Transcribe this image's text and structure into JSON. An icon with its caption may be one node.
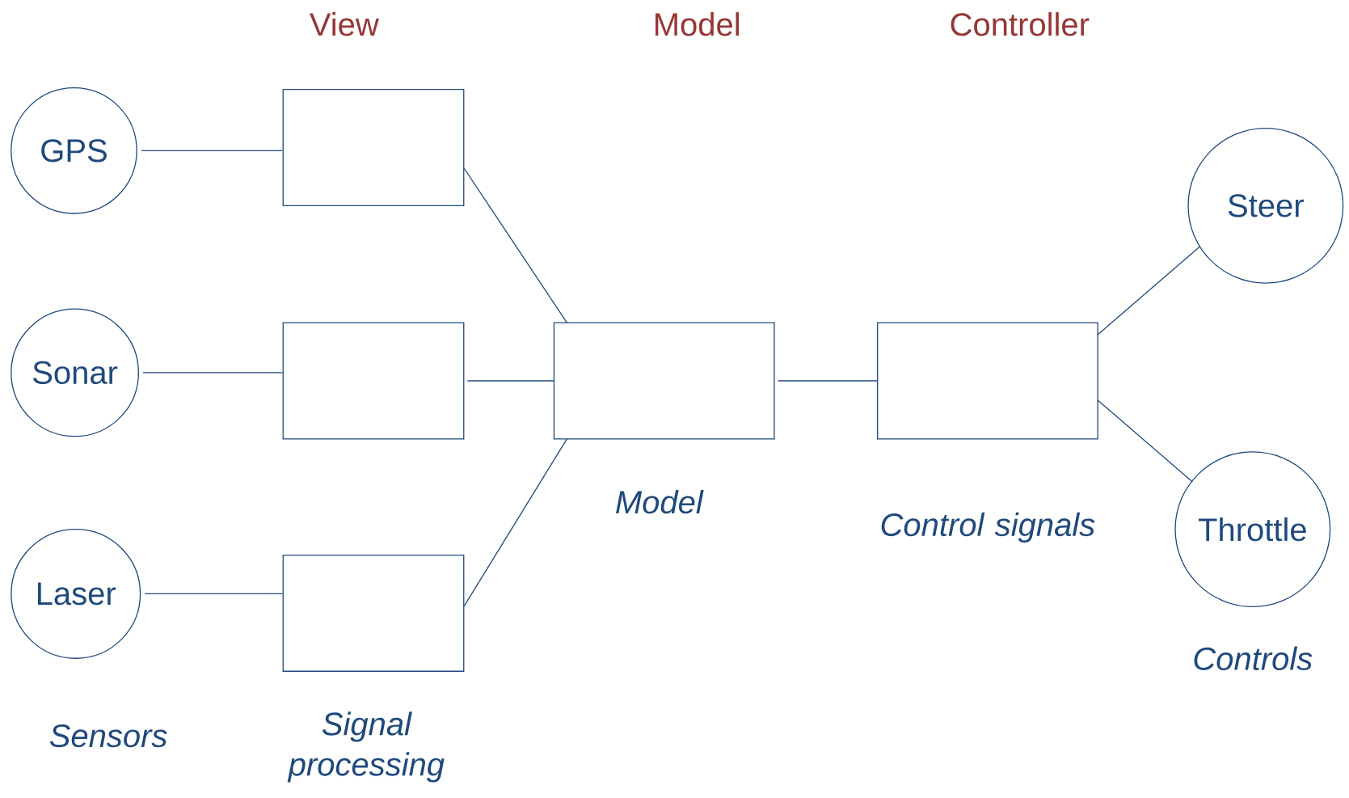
{
  "diagram": {
    "nodes": [
      {
        "text": [
          "GPS"
        ]
      },
      {
        "text": [
          "Sonar"
        ]
      },
      {
        "text": [
          "Laser"
        ]
      },
      {
        "text": [],
        "shape": "box"
      },
      {
        "text": [],
        "shape": "box"
      },
      {
        "text": [],
        "shape": "box"
      },
      {
        "text": [],
        "shape": "box",
        "beside": [
          "Model"
        ]
      },
      {
        "text": [],
        "shape": "box",
        "beside": [
          "Control signals"
        ]
      },
      {
        "text": [
          "Steer"
        ]
      },
      {
        "text": [
          "Throttle"
        ]
      }
    ],
    "edges": [
      {
        "from": 0,
        "to": 3,
        "arrow": "none"
      },
      {
        "from": 1,
        "to": 4,
        "arrow": "none"
      },
      {
        "from": 2,
        "to": 5,
        "arrow": "none"
      },
      {
        "from": 3,
        "to": 6,
        "arrow": "none"
      },
      {
        "from": 4,
        "to": 6,
        "arrow": "none"
      },
      {
        "from": 5,
        "to": 6,
        "arrow": "none"
      },
      {
        "from": 6,
        "to": 7,
        "arrow": "none"
      },
      {
        "from": 7,
        "to": 8,
        "arrow": "none"
      },
      {
        "from": 7,
        "to": 9,
        "arrow": "none"
      }
    ],
    "labels": [
      "View",
      "Model",
      "Controller",
      "Controls",
      "Sensors",
      "Signal processing"
    ]
  }
}
